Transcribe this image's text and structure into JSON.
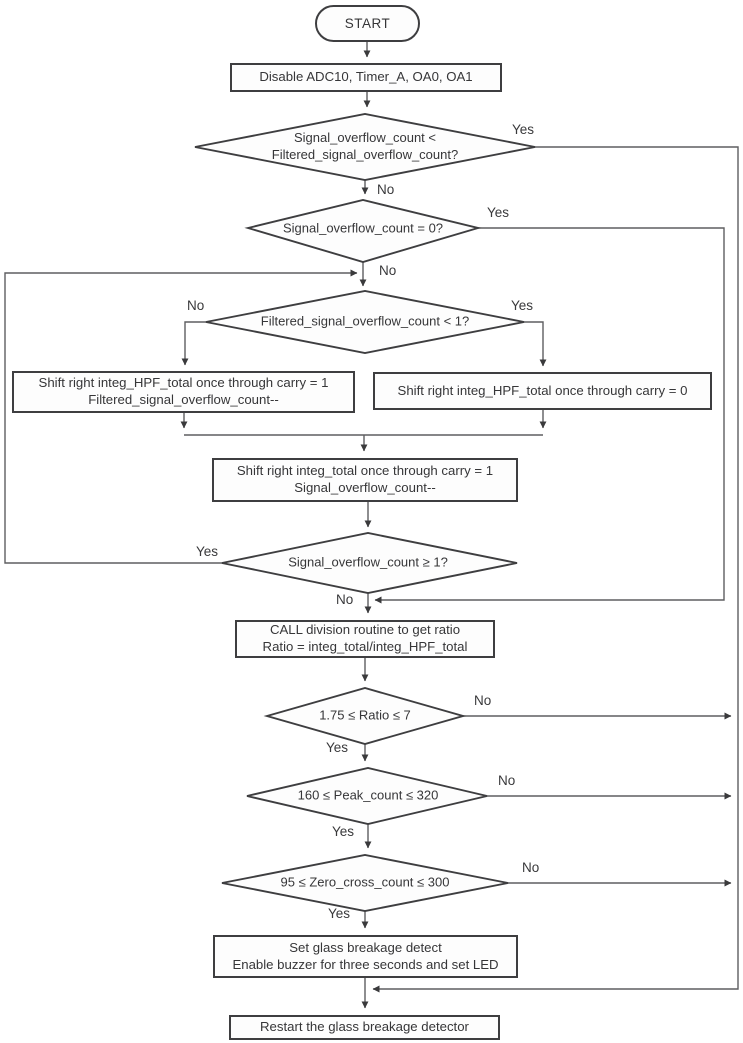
{
  "flowchart": {
    "nodes": {
      "start": {
        "label": "START"
      },
      "disable": {
        "label": "Disable ADC10, Timer_A, OA0, OA1"
      },
      "d1": {
        "line1": "Signal_overflow_count <",
        "line2": "Filtered_signal_overflow_count?",
        "yes_label": "Yes",
        "no_label": "No"
      },
      "d2": {
        "label": "Signal_overflow_count = 0?",
        "yes_label": "Yes",
        "no_label": "No"
      },
      "d3": {
        "label": "Filtered_signal_overflow_count < 1?",
        "yes_label": "Yes",
        "no_label": "No"
      },
      "shift_hpf_carry1": {
        "line1": "Shift right integ_HPF_total once through carry = 1",
        "line2": "Filtered_signal_overflow_count--"
      },
      "shift_hpf_carry0": {
        "label": "Shift right integ_HPF_total once through carry = 0"
      },
      "shift_total": {
        "line1": "Shift right integ_total once through carry = 1",
        "line2": "Signal_overflow_count--"
      },
      "d4": {
        "label": "Signal_overflow_count ≥ 1?",
        "yes_label": "Yes",
        "no_label": "No"
      },
      "call_division": {
        "line1": "CALL division routine to get ratio",
        "line2": "Ratio = integ_total/integ_HPF_total"
      },
      "d5": {
        "label": "1.75 ≤ Ratio ≤ 7",
        "yes_label": "Yes",
        "no_label": "No"
      },
      "d6": {
        "label": "160 ≤ Peak_count ≤ 320",
        "yes_label": "Yes",
        "no_label": "No"
      },
      "d7": {
        "label": "95 ≤ Zero_cross_count ≤ 300",
        "yes_label": "Yes",
        "no_label": "No"
      },
      "set_detect": {
        "line1": "Set glass breakage detect",
        "line2": "Enable buzzer for three seconds and set LED"
      },
      "restart": {
        "label": "Restart the glass breakage detector"
      }
    },
    "colors": {
      "connector": "#5e5e60",
      "shape_border": "#3e3e40",
      "shape_fill": "#fdfdfd",
      "text": "#363638",
      "background": "#ffffff"
    }
  }
}
